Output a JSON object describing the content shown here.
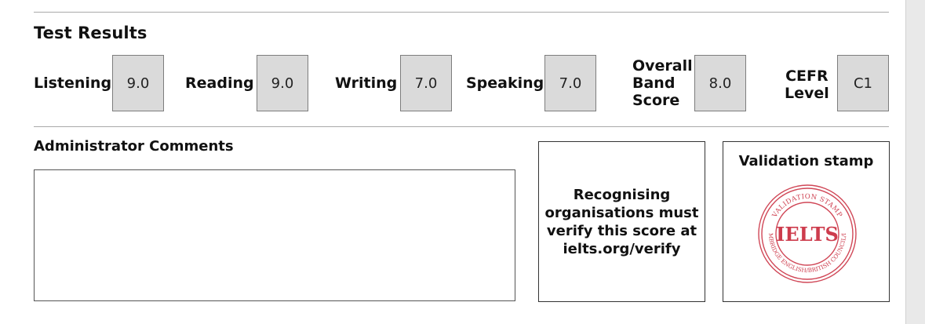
{
  "results": {
    "title": "Test Results",
    "scores": [
      {
        "label": "Listening",
        "value": "9.0"
      },
      {
        "label": "Reading",
        "value": "9.0"
      },
      {
        "label": "Writing",
        "value": "7.0"
      },
      {
        "label": "Speaking",
        "value": "7.0"
      },
      {
        "label_lines": [
          "Overall",
          "Band",
          "Score"
        ],
        "value": "8.0"
      },
      {
        "label_lines": [
          "CEFR",
          "Level"
        ],
        "value": "C1"
      }
    ]
  },
  "comments": {
    "title": "Administrator Comments",
    "value": ""
  },
  "verify": {
    "text": "Recognising organisations must verify this score at ielts.org/verify"
  },
  "stamp": {
    "title": "Validation stamp",
    "center_text": "IELTS",
    "ring_top": "VALIDATION STAMP",
    "ring_bottom": "CAMBRIDGE ENGLISH/BRITISH COUNCIL/IDP",
    "color": "#c8283a"
  }
}
